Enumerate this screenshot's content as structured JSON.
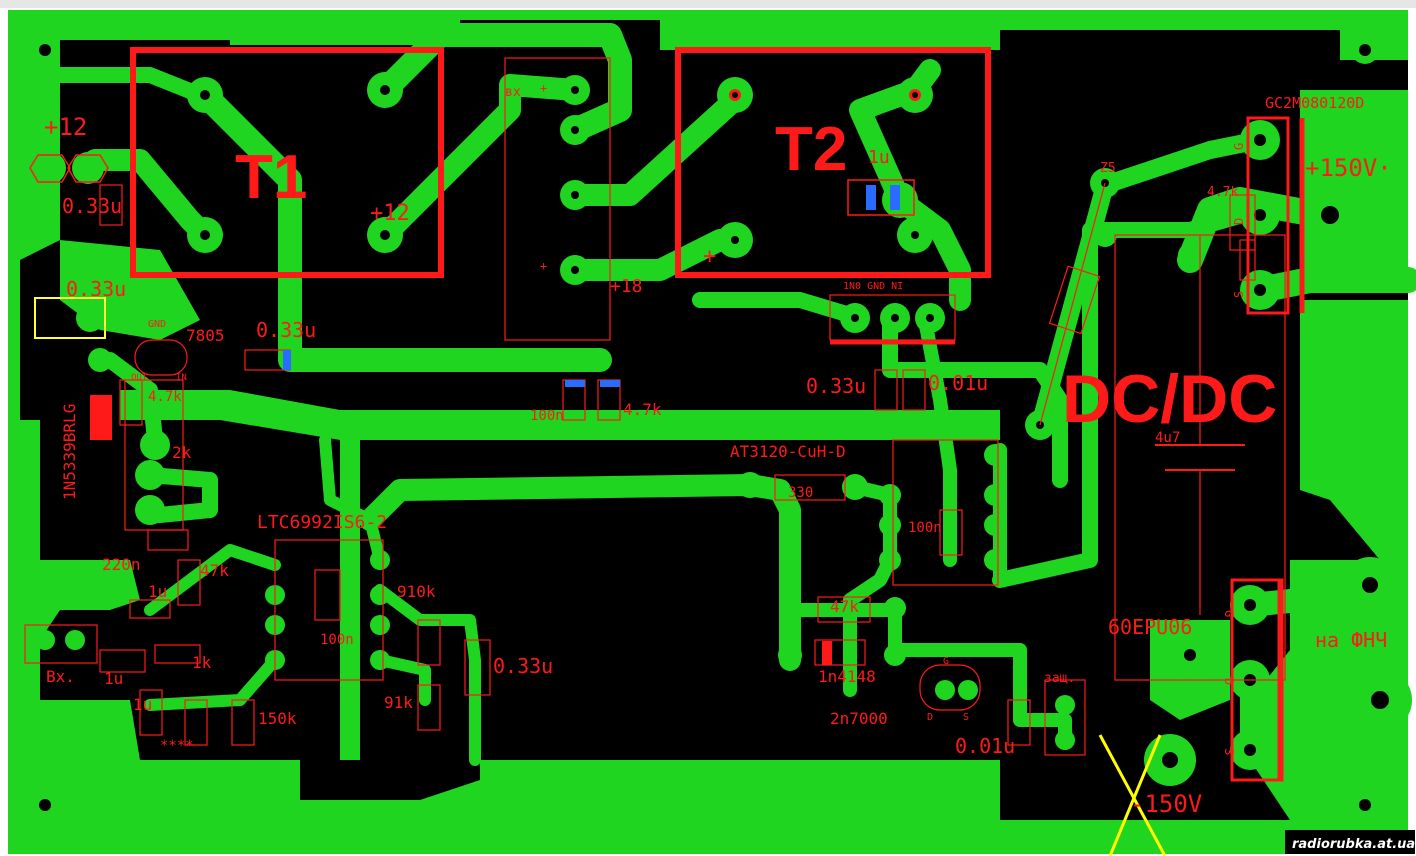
{
  "board": {
    "colors": {
      "copper": "#1fd51f",
      "background": "#000000",
      "silk": "#ff1a1a",
      "marker": "#ffff00"
    },
    "transformers": [
      {
        "id": "t1",
        "label": "T1",
        "tap": "+12"
      },
      {
        "id": "t2",
        "label": "T2",
        "tap": "+",
        "cap": "1u"
      }
    ],
    "module": {
      "label": "DC/DC",
      "cap": "4u7"
    },
    "labels": {
      "plus12_top": "+12",
      "c_033_a": "0.33u",
      "c_033_b": "0.33u",
      "c_033_c": "0.33u",
      "c_033_d": "0.33u",
      "c_033_e": "0.33u",
      "reg": "7805",
      "reg_gnd": "GND",
      "reg_out": "OUT",
      "reg_in": "IN",
      "zener": "1N5339BRLG",
      "r_47k_a": "4.7k",
      "r_2k": "2k",
      "c_220n": "220n",
      "r_47k_b": "47k",
      "c_1u_a": "1u",
      "c_1u_b": "1u",
      "c_1u_c": "1u",
      "r_1k": "1k",
      "in_label": "Вх.",
      "dots": "****",
      "r_150k": "150k",
      "ic": "LTC6992IS6-2",
      "c_100n_a": "100n",
      "r_910k": "910k",
      "r_91k": "91k",
      "c_100n_b": "100n",
      "r_47k_c": "4.7k",
      "mod_in": "вх",
      "mod_plus_a": "+",
      "mod_plus_b": "+",
      "mod_18": "+18",
      "driver": "AT3120-CuH-D",
      "r_330": "330",
      "c_100n_c": "100n",
      "r_47k_d": "47k",
      "diode": "1n4148",
      "fet": "2n7000",
      "fet_g": "G",
      "fet_d": "D",
      "fet_s": "S",
      "c_001_a": "0.01u",
      "c_001_b": "0.01u",
      "zash": "защ.",
      "reg_pins": "1N0  GND  NI",
      "z5": "Z5",
      "sic": "GC2M080120D",
      "plus150": "+150V·",
      "r_47k_e": "4.7k",
      "g_pin": "G",
      "d_pin": "D",
      "s_pin": "S",
      "rect": "60EPU06",
      "nafch": "на ФНЧ",
      "minus150": "-150V",
      "watermark": "radiorubka.at.ua"
    }
  }
}
